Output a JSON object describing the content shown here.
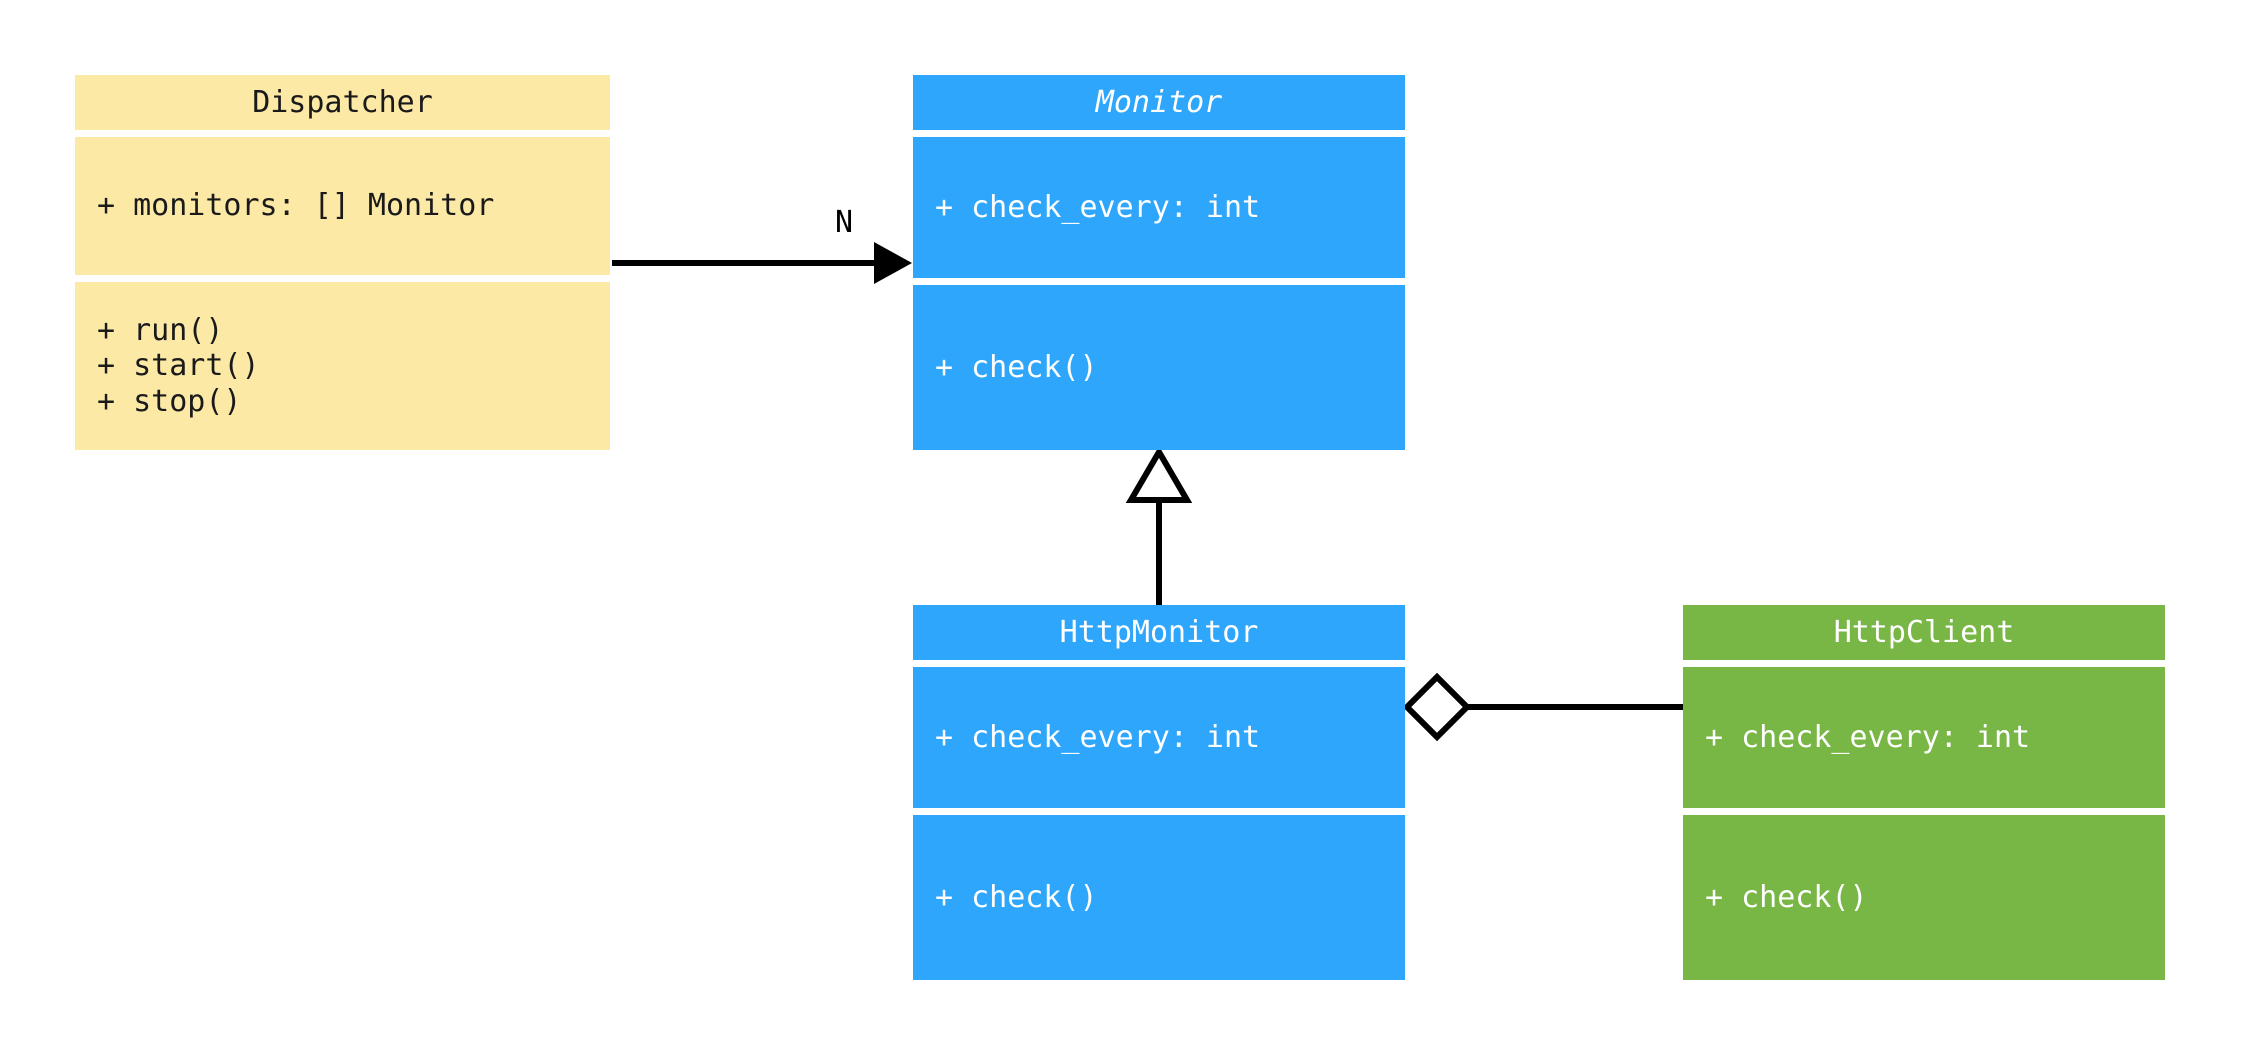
{
  "diagram": {
    "type": "uml-class-diagram",
    "background": "#ffffff",
    "palette": {
      "yellow": "#fce9a6",
      "blue": "#2ea6fb",
      "green": "#78b745",
      "line": "#000000",
      "text_dark": "#1a1a1a",
      "text_light": "#ffffff"
    }
  },
  "classes": {
    "dispatcher": {
      "name": "Dispatcher",
      "color": "#fce9a6",
      "abstract": false,
      "attributes": [
        "+ monitors: [] Monitor"
      ],
      "methods": [
        "+ run()",
        "+ start()",
        "+ stop()"
      ]
    },
    "monitor": {
      "name": "Monitor",
      "color": "#2ea6fb",
      "abstract": true,
      "attributes": [
        "+ check_every: int"
      ],
      "methods": [
        "+ check()"
      ]
    },
    "http_monitor": {
      "name": "HttpMonitor",
      "color": "#2ea6fb",
      "abstract": false,
      "attributes": [
        "+ check_every: int"
      ],
      "methods": [
        "+ check()"
      ]
    },
    "http_client": {
      "name": "HttpClient",
      "color": "#78b745",
      "abstract": false,
      "attributes": [
        "+ check_every: int"
      ],
      "methods": [
        "+ check()"
      ]
    }
  },
  "relations": {
    "dispatcher_to_monitor": {
      "kind": "association",
      "from": "Dispatcher",
      "to": "Monitor",
      "multiplicity_label": "N",
      "arrow": "solid-filled"
    },
    "http_monitor_to_monitor": {
      "kind": "generalization",
      "from": "HttpMonitor",
      "to": "Monitor",
      "arrow": "hollow-triangle"
    },
    "http_monitor_to_http_client": {
      "kind": "aggregation",
      "from": "HttpMonitor",
      "to": "HttpClient",
      "arrow": "hollow-diamond"
    }
  }
}
